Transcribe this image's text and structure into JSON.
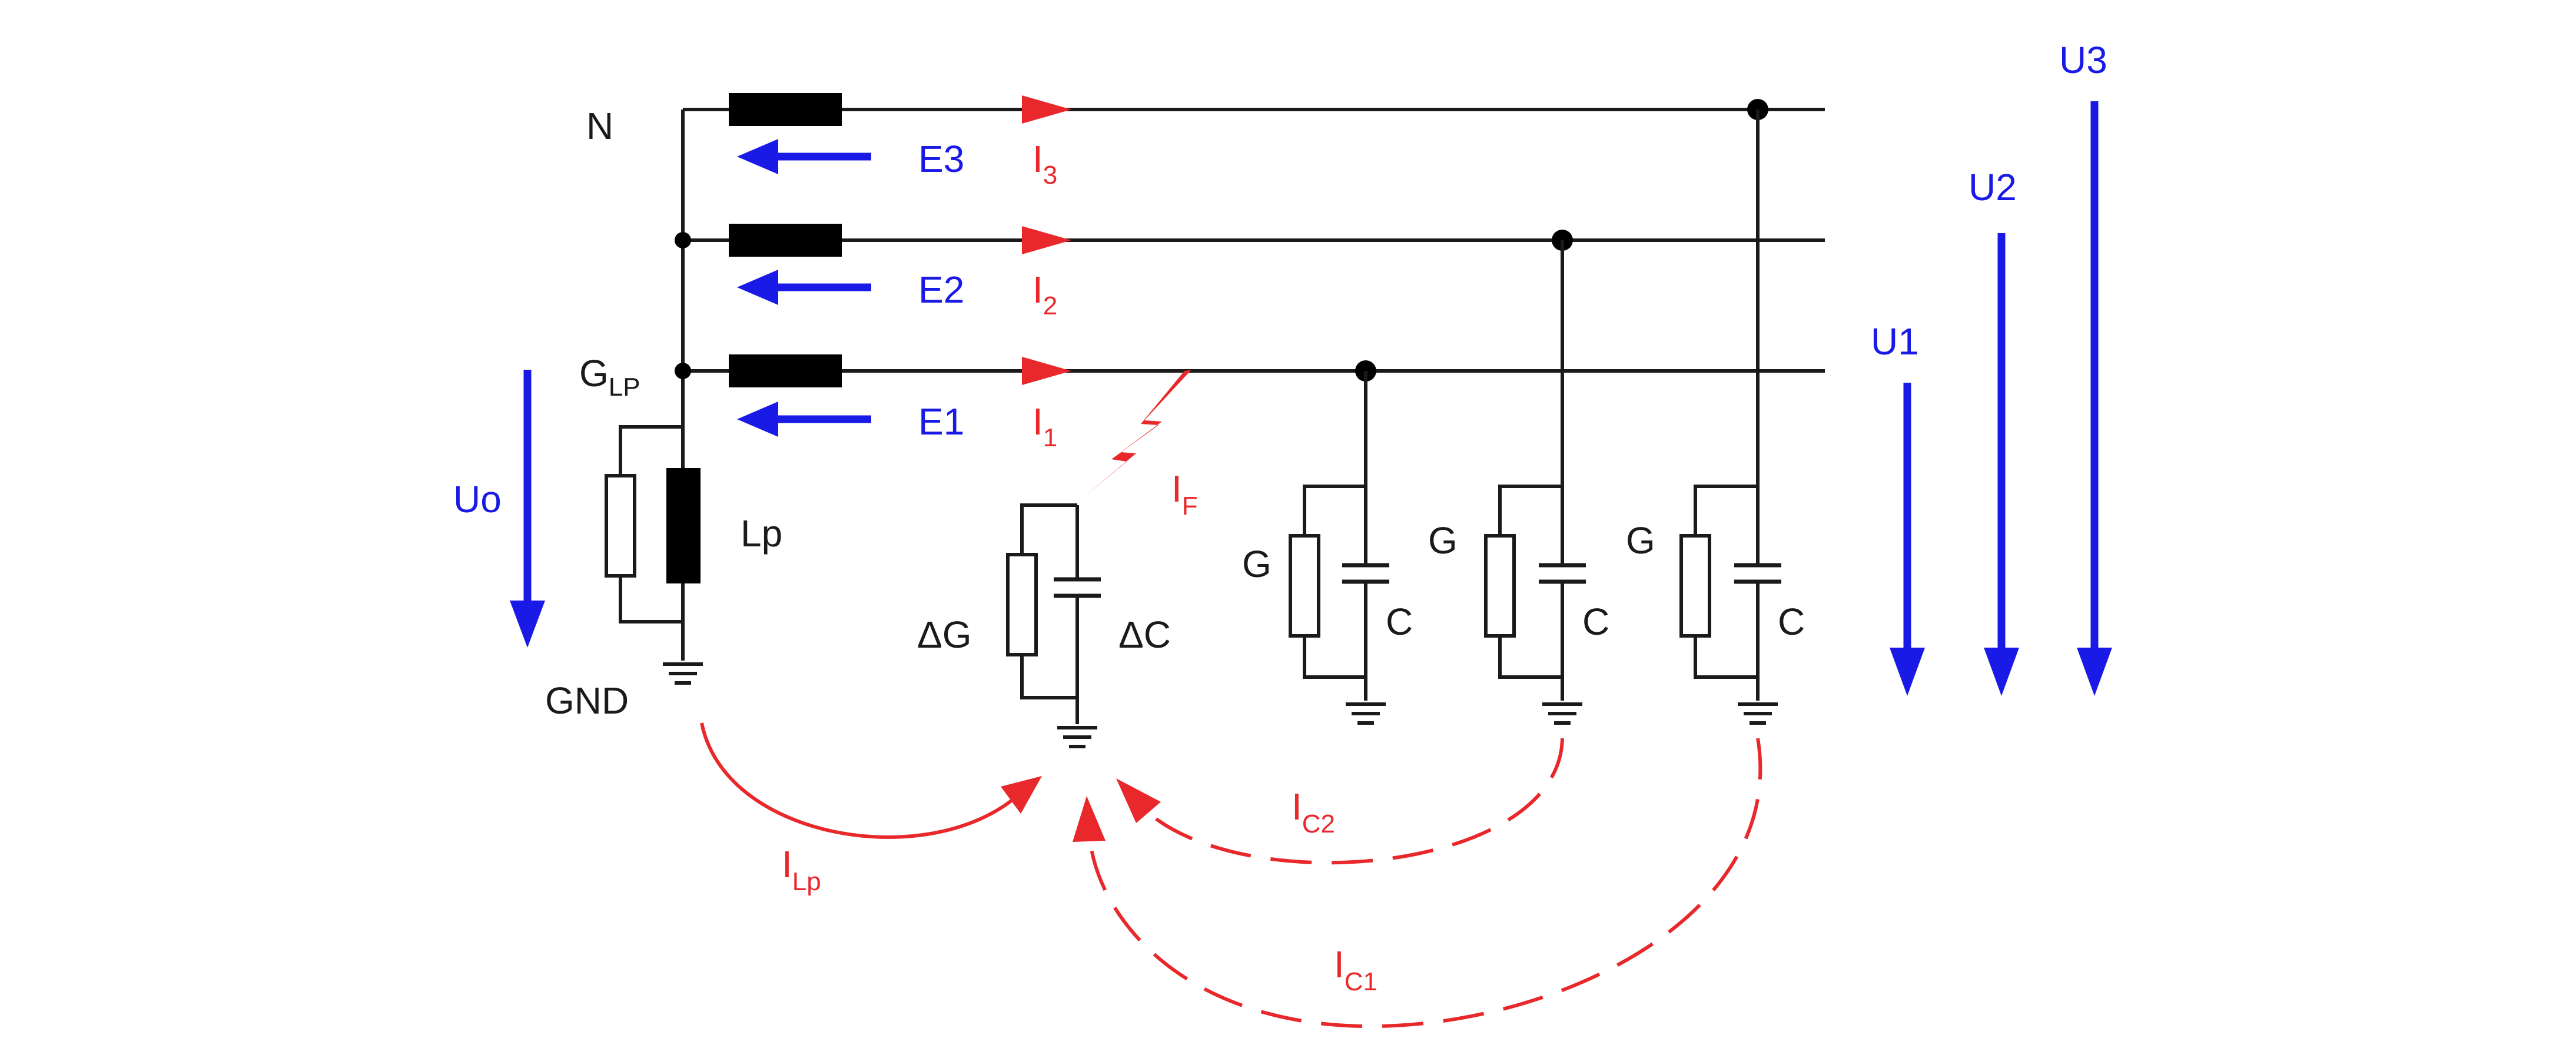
{
  "labels": {
    "neutral": "N",
    "ground": "GND",
    "glp_main": "G",
    "glp_sub": "LP",
    "lp": "Lp",
    "uo": "Uo",
    "e3": "E3",
    "e2": "E2",
    "e1": "E1",
    "u1": "U1",
    "u2": "U2",
    "u3": "U3",
    "i_main": "I",
    "i3_sub": "3",
    "i2_sub": "2",
    "i1_sub": "1",
    "if_sub": "F",
    "ilp_sub": "Lp",
    "ic2_sub": "C2",
    "ic1_sub": "C1",
    "delta_g": "ΔG",
    "delta_c": "ΔC",
    "g": "G",
    "c": "C"
  },
  "colors": {
    "wire": "#1a1a1a",
    "voltage": "#1a1ae6",
    "current": "#e8282b"
  },
  "icons": {
    "ground": "ground-icon",
    "fault": "lightning-fault-icon"
  }
}
